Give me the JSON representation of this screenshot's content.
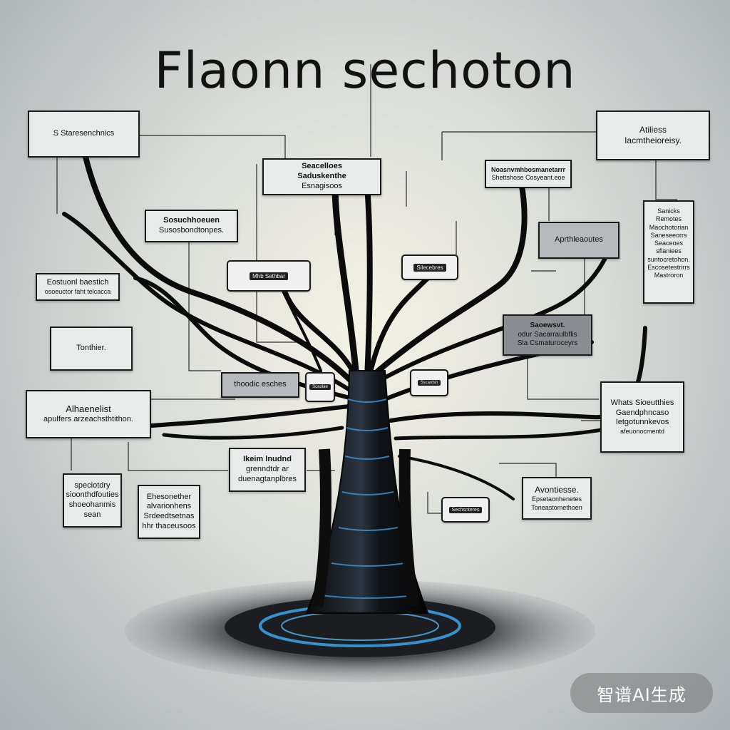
{
  "title": "Flaonn sechoton",
  "watermark": "智谱AI生成",
  "boxes": {
    "b1": [
      "S Staresenchnics"
    ],
    "b2": [
      "Seacelloes",
      "Saduskenthe",
      "Esnagisoos"
    ],
    "b3": [
      "Sosuchhoeuen",
      "Susosbondtonpes."
    ],
    "b4": [
      "Eostuonl baestich",
      "osoeuctor faht telcacca"
    ],
    "b5": [
      "Tonthier."
    ],
    "b6": [
      "Alhaenelist",
      "apulfers arzeachsthtithon."
    ],
    "b7": [
      "speciotdry",
      "sioonthdfouties",
      "shoeohanmis",
      "sean"
    ],
    "b8": [
      "Ehesonether",
      "alvarionhens",
      "Srdeedtsetnas",
      "hhr thaceusoos"
    ],
    "b9": [
      "thoodic esches"
    ],
    "b10": [
      "Ikeim lnudnd",
      "grenndtdr ar",
      "duenagtanplbres"
    ],
    "b11": [
      "Noasnvmhbosmanetarrr",
      "Shettshose Cosyeant.eoe"
    ],
    "b12": [
      "Atiliess",
      "Iacmtheioreisy."
    ],
    "b13": [
      "Aprthleaoutes"
    ],
    "b14": [
      "Sanicks",
      "Remotes",
      "Maochotorian",
      "Saneseeorrs",
      "Seaceoes",
      "sflaniees",
      "suntocretohon.",
      "Escosetestrirrs",
      "Mastroron"
    ],
    "b15": [
      "Saoewsvt.",
      "odur Sacarraulbflis",
      "Sla Csmaturoceyrs"
    ],
    "b16": [
      "Whats Sioeutthies",
      "Gaendphncaso",
      "Ietgotunnkevos",
      "afeuonocmentd"
    ],
    "b17": [
      "Avontiesse.",
      "Epsetaonhenetes",
      "Toneastomethoen"
    ]
  },
  "chips": {
    "c1": "Mhb Sethbar",
    "c2": "Silecebres",
    "c3": "Scaolae",
    "c4": "Sscaotsh",
    "c5": "Sechsnteres"
  }
}
